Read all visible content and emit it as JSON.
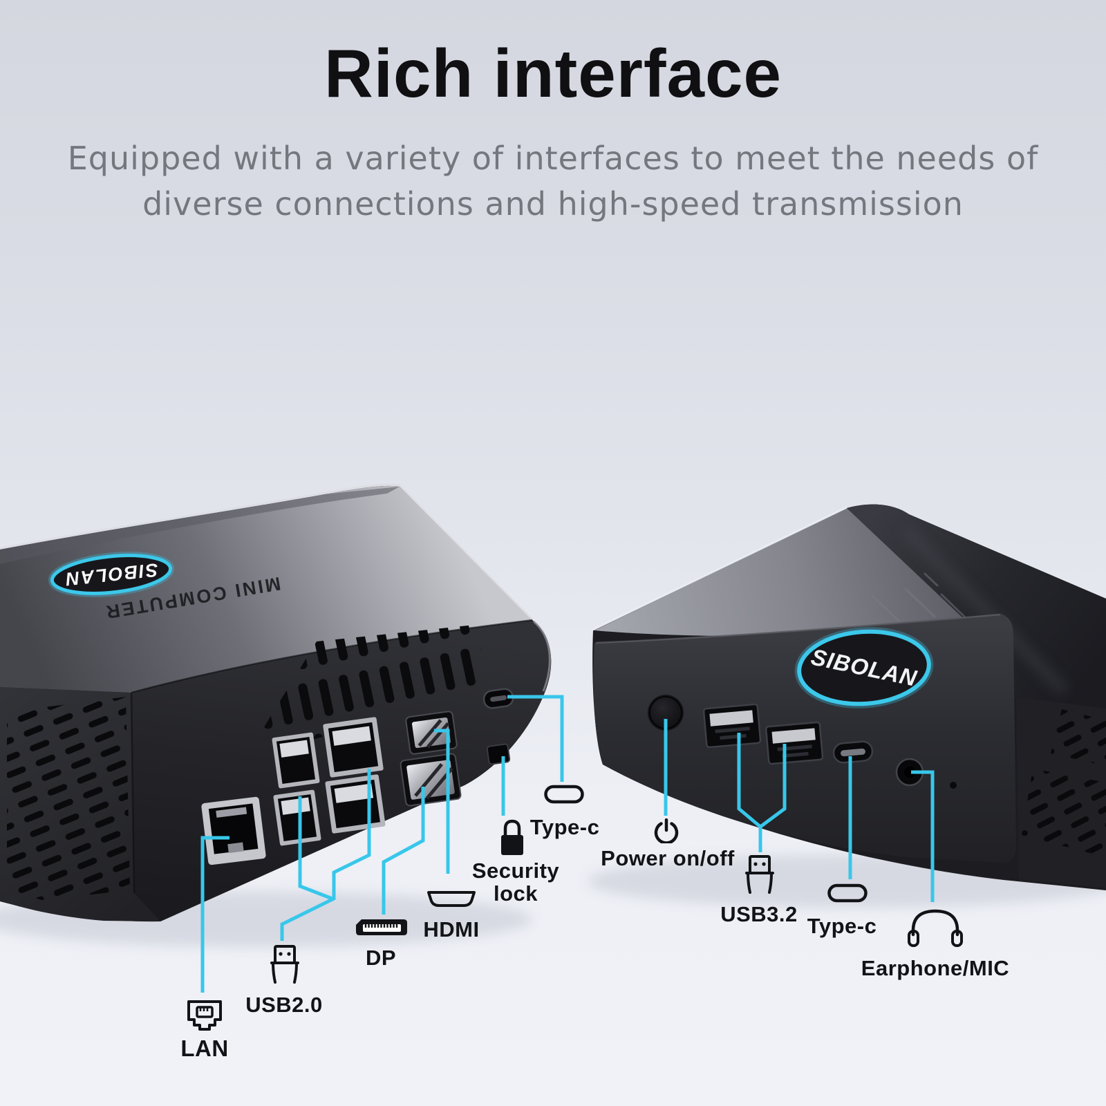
{
  "header": {
    "title": "Rich interface",
    "subtitle_line1": "Equipped with a variety of interfaces to meet the needs of",
    "subtitle_line2": "diverse connections and high-speed transmission"
  },
  "branding": {
    "logo_text": "SIBOLAN",
    "lid_text": "MINI COMPUTER"
  },
  "colors": {
    "accent_cyan": "#38C7EA",
    "label_text": "#121316",
    "title_text": "#101013",
    "subtitle_text": "#75777F",
    "background_top": "#D5D7E0",
    "background_bottom": "#F1F2F8"
  },
  "left_device": {
    "callouts": [
      {
        "id": "lan",
        "label": "LAN",
        "icon": "lan-icon"
      },
      {
        "id": "usb2",
        "label": "USB2.0",
        "icon": "usb-plug-icon"
      },
      {
        "id": "dp",
        "label": "DP",
        "icon": "dp-icon"
      },
      {
        "id": "hdmi",
        "label": "HDMI",
        "icon": "hdmi-icon"
      },
      {
        "id": "security-lock",
        "label": "Security lock",
        "label_lines": [
          "Security",
          "lock"
        ],
        "icon": "lock-icon"
      },
      {
        "id": "type-c",
        "label": "Type-c",
        "icon": "type-c-icon"
      }
    ]
  },
  "right_device": {
    "callouts": [
      {
        "id": "power",
        "label": "Power on/off",
        "icon": "power-icon"
      },
      {
        "id": "usb32",
        "label": "USB3.2",
        "icon": "usb-plug-icon"
      },
      {
        "id": "type-c",
        "label": "Type-c",
        "icon": "type-c-icon"
      },
      {
        "id": "earphone-mic",
        "label": "Earphone/MIC",
        "icon": "headphones-icon"
      }
    ]
  }
}
